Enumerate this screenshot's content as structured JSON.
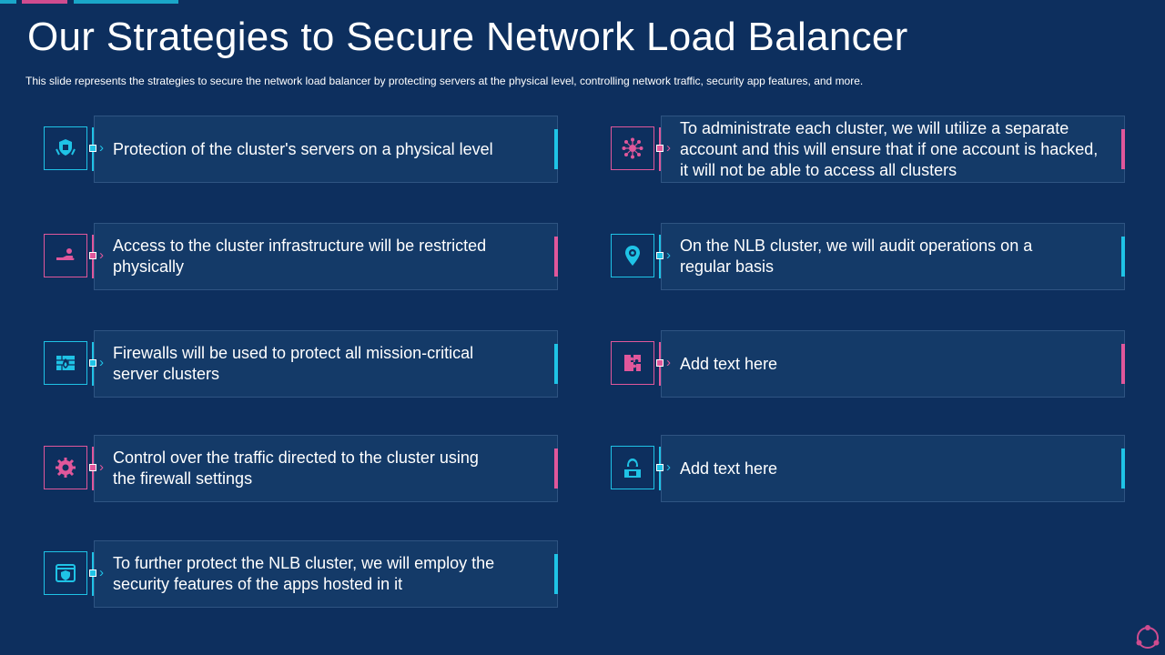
{
  "slide": {
    "title": "Our Strategies to Secure Network Load Balancer",
    "subtitle": "This slide represents the strategies to secure the network load balancer by protecting servers  at the physical level, controlling network traffic, security app features, and more."
  },
  "colors": {
    "background": "#0d2f5e",
    "accent_cyan": "#1fc3e6",
    "accent_pink": "#e0579b",
    "card": "#143a68"
  },
  "left_items": [
    {
      "text": "Protection of the cluster's servers on a physical level",
      "accent": "cyan",
      "icon": "server-shield-icon"
    },
    {
      "text": "Access to the cluster infrastructure will be restricted physically",
      "accent": "pink",
      "icon": "hand-access-icon"
    },
    {
      "text": "Firewalls will be used to protect all mission-critical server clusters",
      "accent": "cyan",
      "icon": "firewall-icon"
    },
    {
      "text": "Control over the traffic directed to the cluster using the firewall settings",
      "accent": "pink",
      "icon": "gear-icon"
    },
    {
      "text": "To further protect the NLB cluster, we will employ the security features of the apps hosted in it",
      "accent": "cyan",
      "icon": "app-security-icon"
    }
  ],
  "right_items": [
    {
      "text": "To administrate each cluster, we will utilize a separate account and this will ensure that if one account is hacked, it will not be able to access all clusters",
      "accent": "pink",
      "icon": "network-cluster-icon"
    },
    {
      "text": "On the NLB cluster, we will audit operations on a regular basis",
      "accent": "cyan",
      "icon": "location-pin-gear-icon"
    },
    {
      "text": "Add text here",
      "accent": "pink",
      "icon": "puzzle-icon"
    },
    {
      "text": "Add text here",
      "accent": "cyan",
      "icon": "hacker-icon"
    }
  ]
}
